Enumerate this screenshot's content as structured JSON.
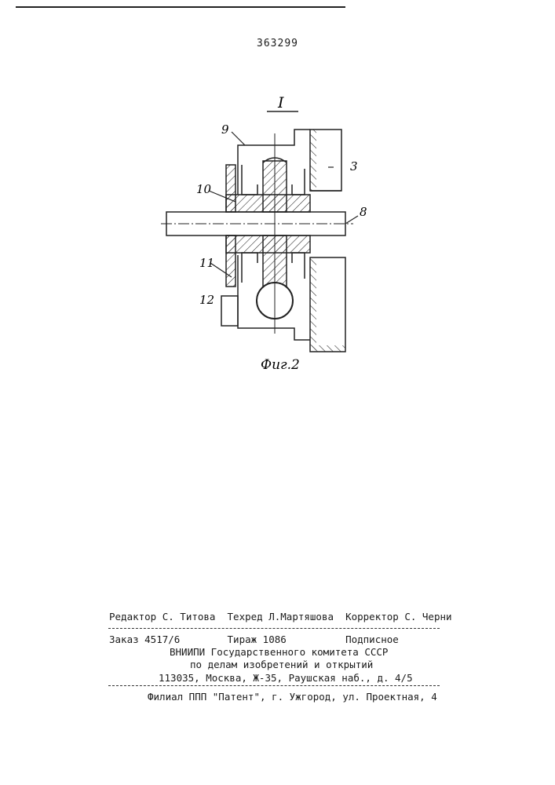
{
  "header": {
    "patent_number": "363299"
  },
  "figure": {
    "section_label": "I",
    "caption": "Фиг.2",
    "callouts": {
      "c9": "9",
      "c3": "3",
      "c10": "10",
      "c8": "8",
      "c11": "11",
      "c12": "12"
    }
  },
  "imprint": {
    "editor": "Редактор С. Титова",
    "techred": "Техред Л.Мартяшова",
    "corrector": "Корректор С. Черни",
    "order": "Заказ 4517/6",
    "circulation": "Тираж 1086",
    "subscription": "Подписное",
    "organization": "ВНИИПИ Государственного комитета СССР",
    "department": "по делам изобретений и открытий",
    "address": "113035, Москва, Ж-35, Раушская наб., д. 4/5",
    "branch": "Филиал ППП \"Патент\", г. Ужгород, ул. Проектная, 4"
  }
}
